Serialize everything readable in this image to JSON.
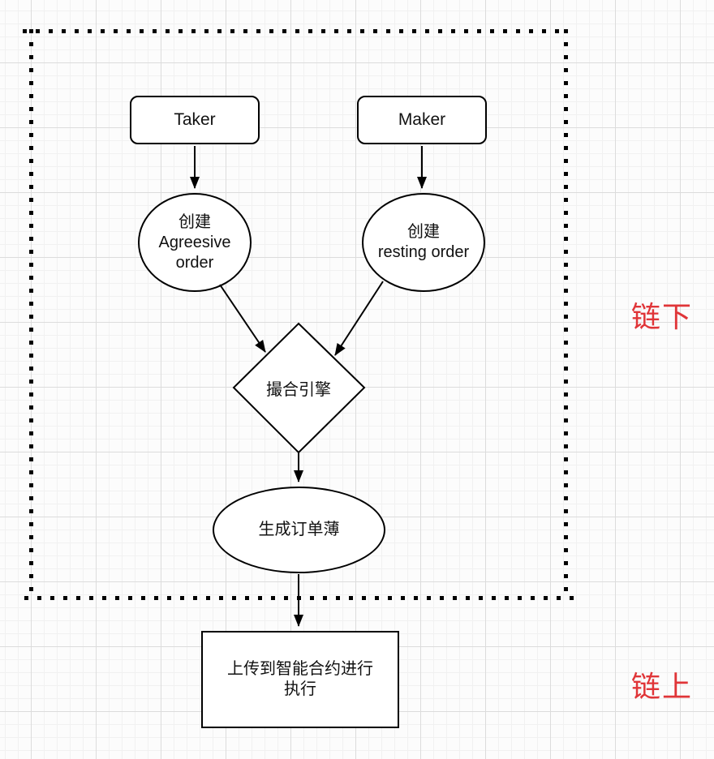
{
  "diagram": {
    "nodes": {
      "taker": {
        "label": "Taker"
      },
      "maker": {
        "label": "Maker"
      },
      "create_aggressive_order": {
        "lines": [
          "创建",
          "Agreesive",
          "order"
        ]
      },
      "create_resting_order": {
        "lines": [
          "创建",
          "resting order"
        ]
      },
      "matching_engine": {
        "label": "撮合引擎"
      },
      "generate_order_book": {
        "label": "生成订单薄"
      },
      "upload_smart_contract": {
        "lines": [
          "上传到智能合约进行",
          "执行"
        ]
      }
    },
    "region_labels": {
      "off_chain": "链下",
      "on_chain": "链上"
    },
    "colors": {
      "region_label_red": "#e03538",
      "shape_stroke": "#000000",
      "shape_fill": "#ffffff",
      "grid_major": "#dcdcdc",
      "grid_minor": "#f1f1f1"
    }
  }
}
